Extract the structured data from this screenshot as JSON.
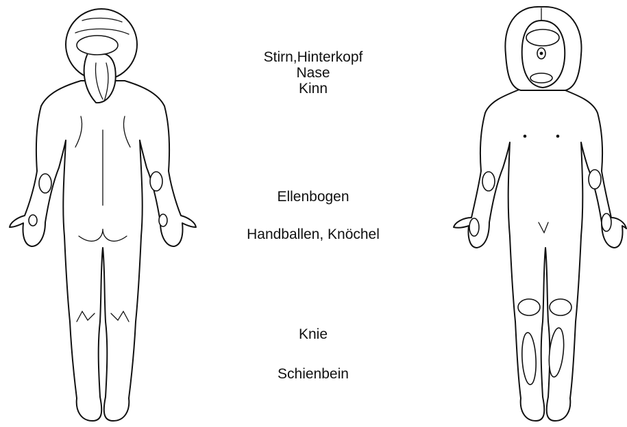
{
  "labels": {
    "head_line1": "Stirn,Hinterkopf",
    "head_line2": "Nase",
    "head_line3": "Kinn",
    "elbow": "Ellenbogen",
    "hand_ankle": "Handballen, Knöchel",
    "knee": "Knie",
    "shin": "Schienbein"
  },
  "colors": {
    "line": "#111111",
    "background": "#ffffff"
  }
}
